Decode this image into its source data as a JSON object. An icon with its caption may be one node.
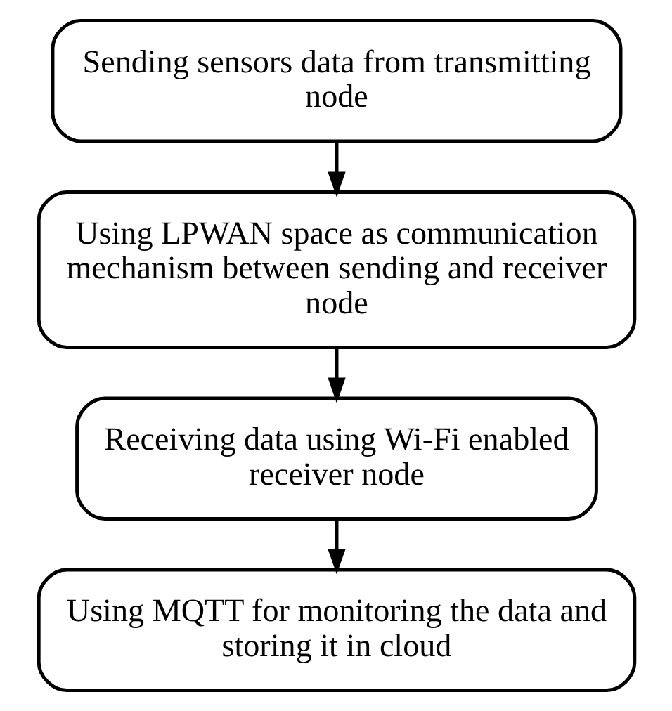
{
  "diagram": {
    "nodes": [
      {
        "text": [
          "Sending sensors data from transmitting node"
        ]
      },
      {
        "text": [
          "Using LPWAN space as communication mechanism between sending and receiver node"
        ]
      },
      {
        "text": [
          "Receiving data using Wi-Fi enabled receiver node"
        ]
      },
      {
        "text": [
          "Using MQTT for monitoring the data and storing it in cloud"
        ]
      }
    ],
    "edges": [
      {
        "from": 0,
        "to": 1,
        "arrow": "to"
      },
      {
        "from": 1,
        "to": 2,
        "arrow": "to"
      },
      {
        "from": 2,
        "to": 3,
        "arrow": "to"
      }
    ]
  }
}
